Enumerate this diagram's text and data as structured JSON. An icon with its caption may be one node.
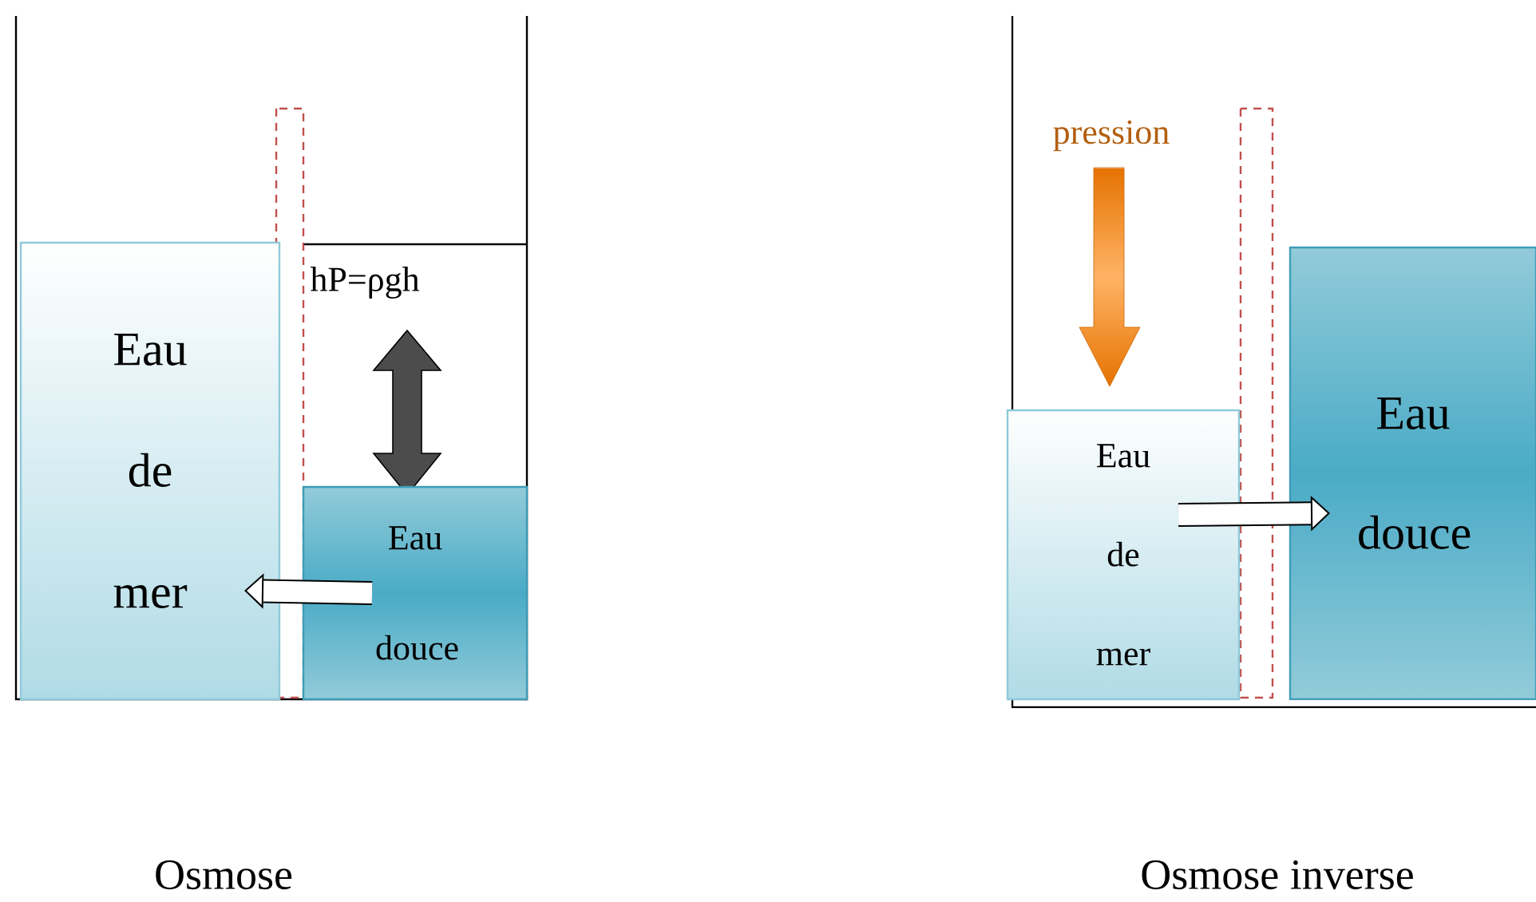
{
  "diagram": {
    "nodes": [
      {
        "text": [
          "Eau de mer"
        ]
      },
      {
        "text": [
          "Eau douce"
        ]
      },
      {
        "text": [
          "Eau de mer"
        ]
      },
      {
        "text": [
          "Eau douce"
        ]
      }
    ],
    "edges": [
      {
        "from": 1,
        "to": 0,
        "arrow": "to"
      },
      {
        "from": 2,
        "to": 3,
        "arrow": "to"
      }
    ],
    "labels": [
      "hP=ρgh",
      "pression",
      "Osmose",
      "Osmose inverse"
    ]
  }
}
